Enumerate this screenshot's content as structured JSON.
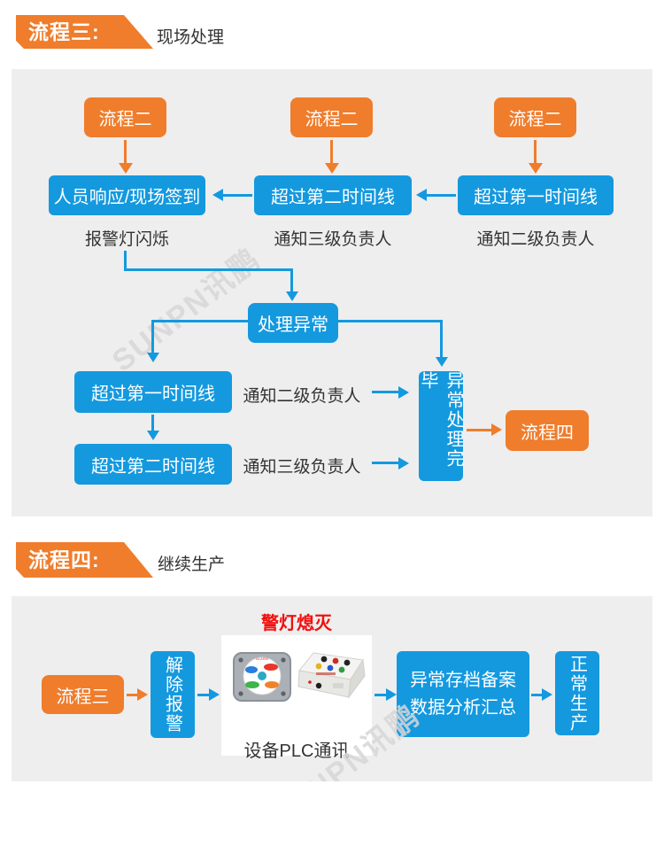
{
  "colors": {
    "orange": "#ef7d2c",
    "blue": "#1499df",
    "panel_gray": "#eeeeee",
    "label_dark": "#333333",
    "alert_red": "#f2100e"
  },
  "watermark": "SUNPN讯鹏",
  "section1": {
    "header": {
      "tag": "流程三:",
      "subtitle": "现场处理"
    },
    "row1": [
      "流程二",
      "流程二",
      "流程二"
    ],
    "row2": [
      "人员响应/现场签到",
      "超过第二时间线",
      "超过第一时间线"
    ],
    "row3": [
      "报警灯闪烁",
      "通知三级负责人",
      "通知二级负责人"
    ],
    "handle": "处理异常",
    "lower": {
      "box1": "超过第一时间线",
      "label1": "通知二级负责人",
      "box2": "超过第二时间线",
      "label2": "通知三级负责人",
      "done": "异常处理完毕",
      "next": "流程四"
    }
  },
  "section2": {
    "header": {
      "tag": "流程四:",
      "subtitle": "继续生产"
    },
    "alert_off": "警灯熄灭",
    "from": "流程三",
    "release": "解除报警",
    "device_caption": "设备PLC通讯",
    "archive_line1": "异常存档备案",
    "archive_line2": "数据分析汇总",
    "normal": "正常生产"
  }
}
